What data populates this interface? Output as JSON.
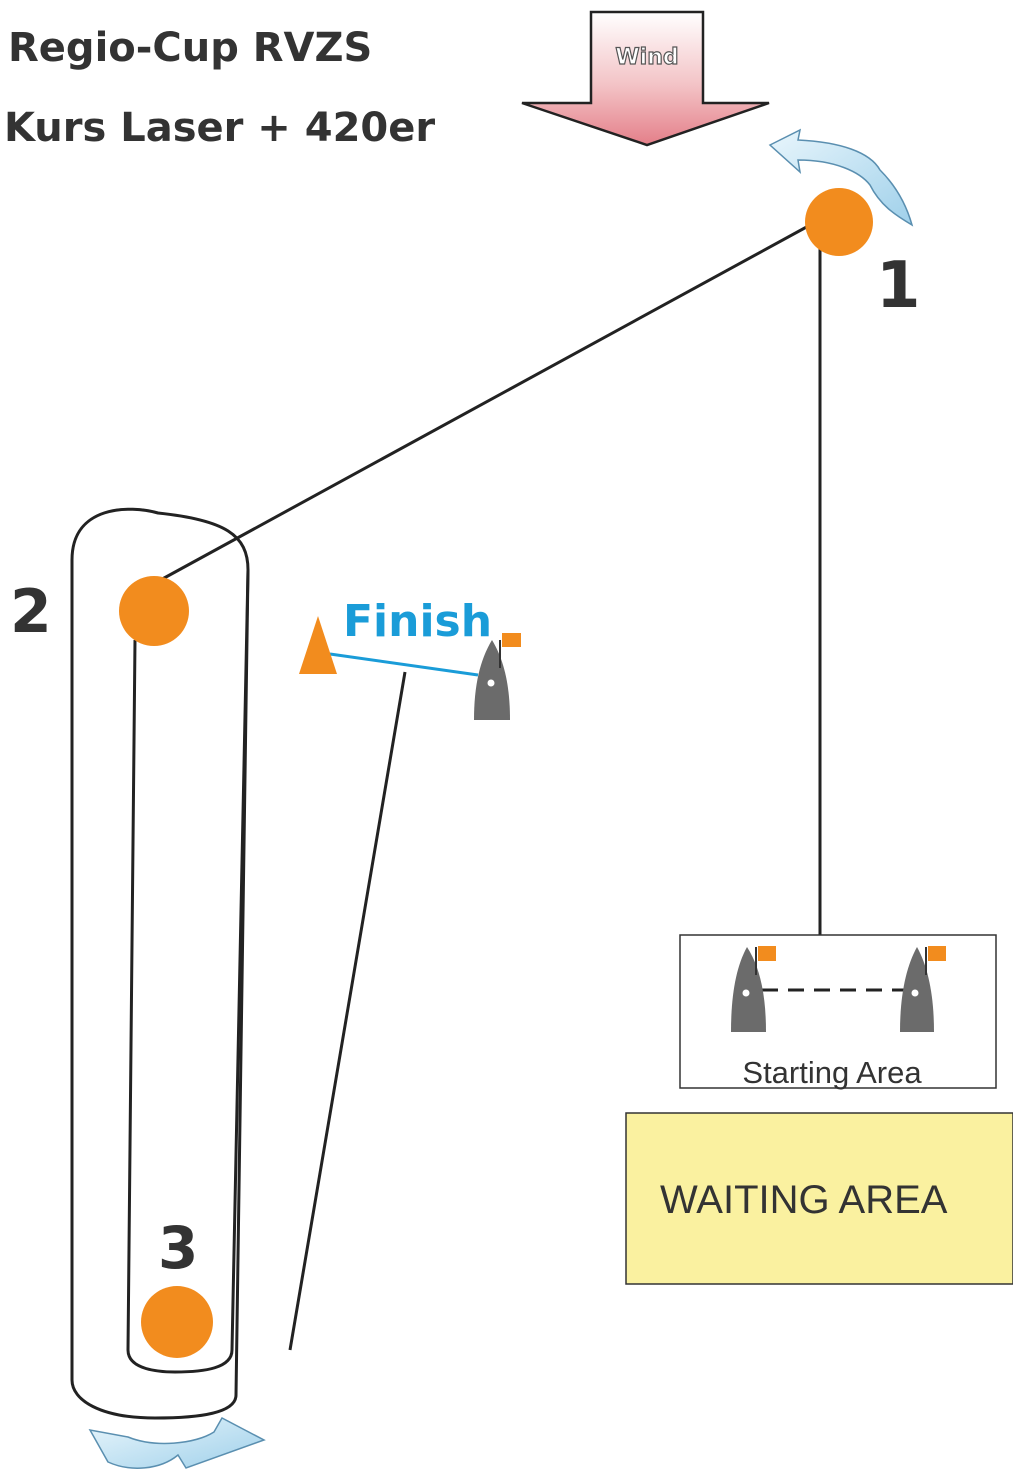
{
  "header": {
    "title": "Regio-Cup RVZS",
    "subtitle": "Kurs Laser + 420er"
  },
  "wind": {
    "label": "Wind"
  },
  "marks": [
    {
      "label": "1"
    },
    {
      "label": "2"
    },
    {
      "label": "3"
    }
  ],
  "finish": {
    "label": "Finish"
  },
  "starting_area": {
    "label": "Starting Area"
  },
  "waiting_area": {
    "label": "WAITING AREA"
  },
  "colors": {
    "mark": "#f28c1e",
    "course_line": "#222222",
    "finish_line": "#1a9cd8",
    "boat": "#6b6b6b",
    "flag": "#f28c1e",
    "waiting_area_fill": "#faf1a0",
    "rounding_arrow": "#a9d6ee",
    "wind_arrow_top": "#ffffff",
    "wind_arrow_bottom": "#e88890"
  }
}
